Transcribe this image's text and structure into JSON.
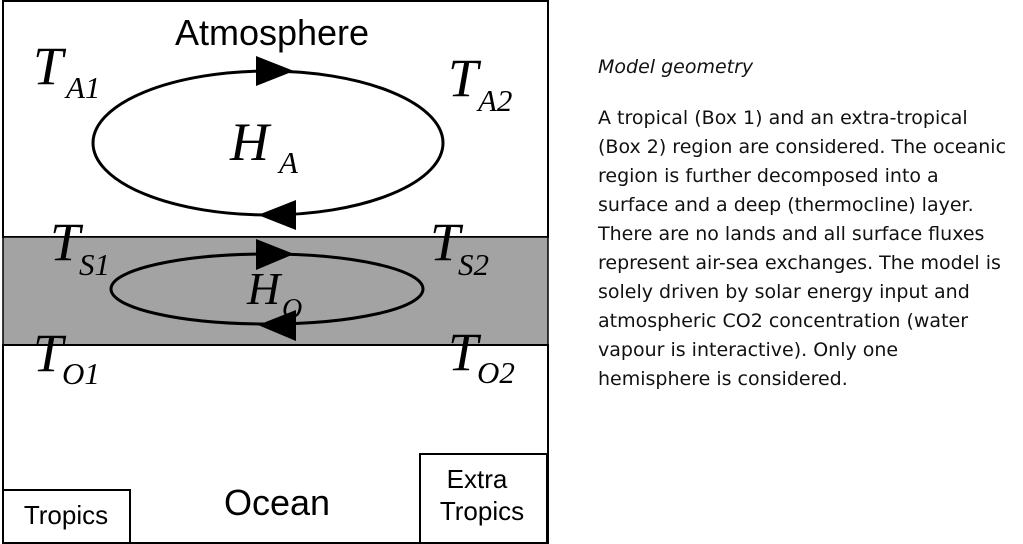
{
  "diagram": {
    "atmosphere_label": "Atmosphere",
    "ocean_label": "Ocean",
    "tropics_label": "Tropics",
    "extra_tropics_label_line1": "Extra",
    "extra_tropics_label_line2": "Tropics",
    "symbols": {
      "TA1": {
        "main": "T",
        "sub": "A1"
      },
      "TA2": {
        "main": "T",
        "sub": "A2"
      },
      "HA": {
        "main": "H",
        "sub": "A"
      },
      "TS1": {
        "main": "T",
        "sub": "S1"
      },
      "TS2": {
        "main": "T",
        "sub": "S2"
      },
      "HO": {
        "main": "H",
        "sub": "O"
      },
      "TO1": {
        "main": "T",
        "sub": "O1"
      },
      "TO2": {
        "main": "T",
        "sub": "O2"
      }
    },
    "colors": {
      "surface_layer": "#a3a3a3",
      "outline": "#000000"
    }
  },
  "caption": {
    "title": "Model geometry",
    "body": "A tropical (Box 1) and an extra-tropical (Box 2) region are considered.  The oceanic region is further decomposed into a surface and a deep (thermocline) layer. There are no lands and all surface fluxes represent air-sea exchanges. The model is solely driven by solar energy input and atmospheric CO2 concentration (water vapour is interactive). Only one hemisphere is considered."
  }
}
